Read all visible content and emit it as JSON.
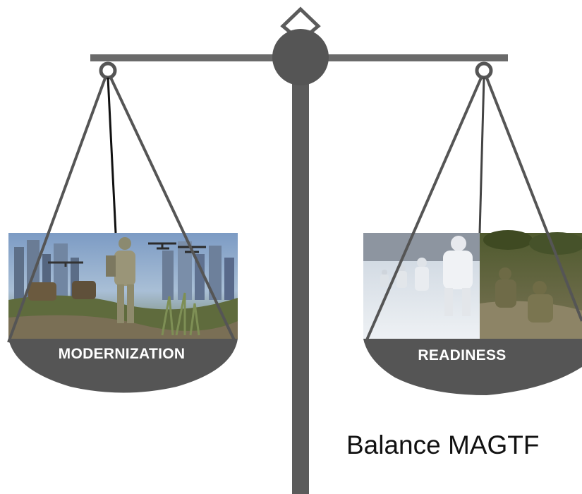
{
  "scale": {
    "left_pan": {
      "label": "MODERNIZATION"
    },
    "right_pan": {
      "label": "READINESS"
    }
  },
  "caption": "Balance MAGTF",
  "colors": {
    "metal": "#5b5b5b",
    "pan": "#555555",
    "label_text": "#ffffff"
  }
}
